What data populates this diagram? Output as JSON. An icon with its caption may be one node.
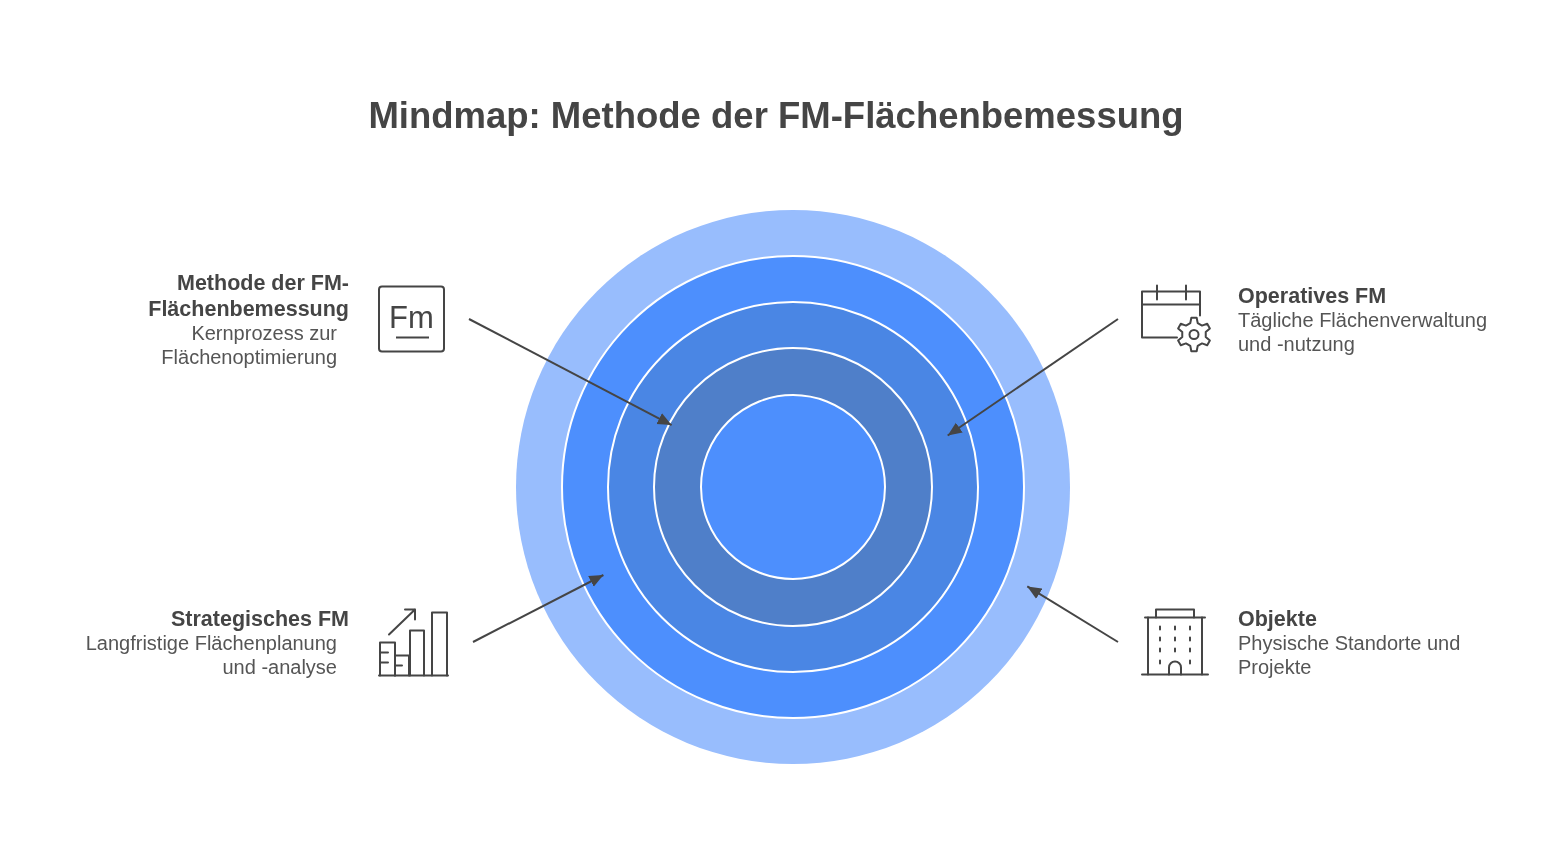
{
  "diagram": {
    "title": "Mindmap: Methode der FM-Flächenbemessung",
    "nodes": [
      {
        "text": [],
        "shape": "circle"
      },
      {
        "text": [],
        "shape": "circle",
        "in": 0
      },
      {
        "text": [],
        "shape": "circle",
        "in": 1
      },
      {
        "text": [],
        "shape": "circle",
        "in": 2
      },
      {
        "text": [],
        "shape": "circle",
        "in": 3
      },
      {
        "text": [
          "Methode der FM-Flächenbemessung",
          "Kernprozess zur Flächenoptimierung"
        ]
      },
      {
        "text": [
          "Operatives FM",
          "Tägliche Flächenverwaltung und -nutzung"
        ]
      },
      {
        "text": [
          "Strategisches FM",
          "Langfristige Flächenplanung und -analyse"
        ]
      },
      {
        "text": [
          "Objekte",
          "Physische Standorte und Projekte"
        ]
      }
    ],
    "edges": [
      {
        "from": 5,
        "to": 3,
        "arrow": "to"
      },
      {
        "from": 6,
        "to": 2,
        "arrow": "to"
      },
      {
        "from": 7,
        "to": 1,
        "arrow": "to"
      },
      {
        "from": 8,
        "to": 0,
        "arrow": "to"
      }
    ],
    "labels": [
      "Fm"
    ]
  }
}
